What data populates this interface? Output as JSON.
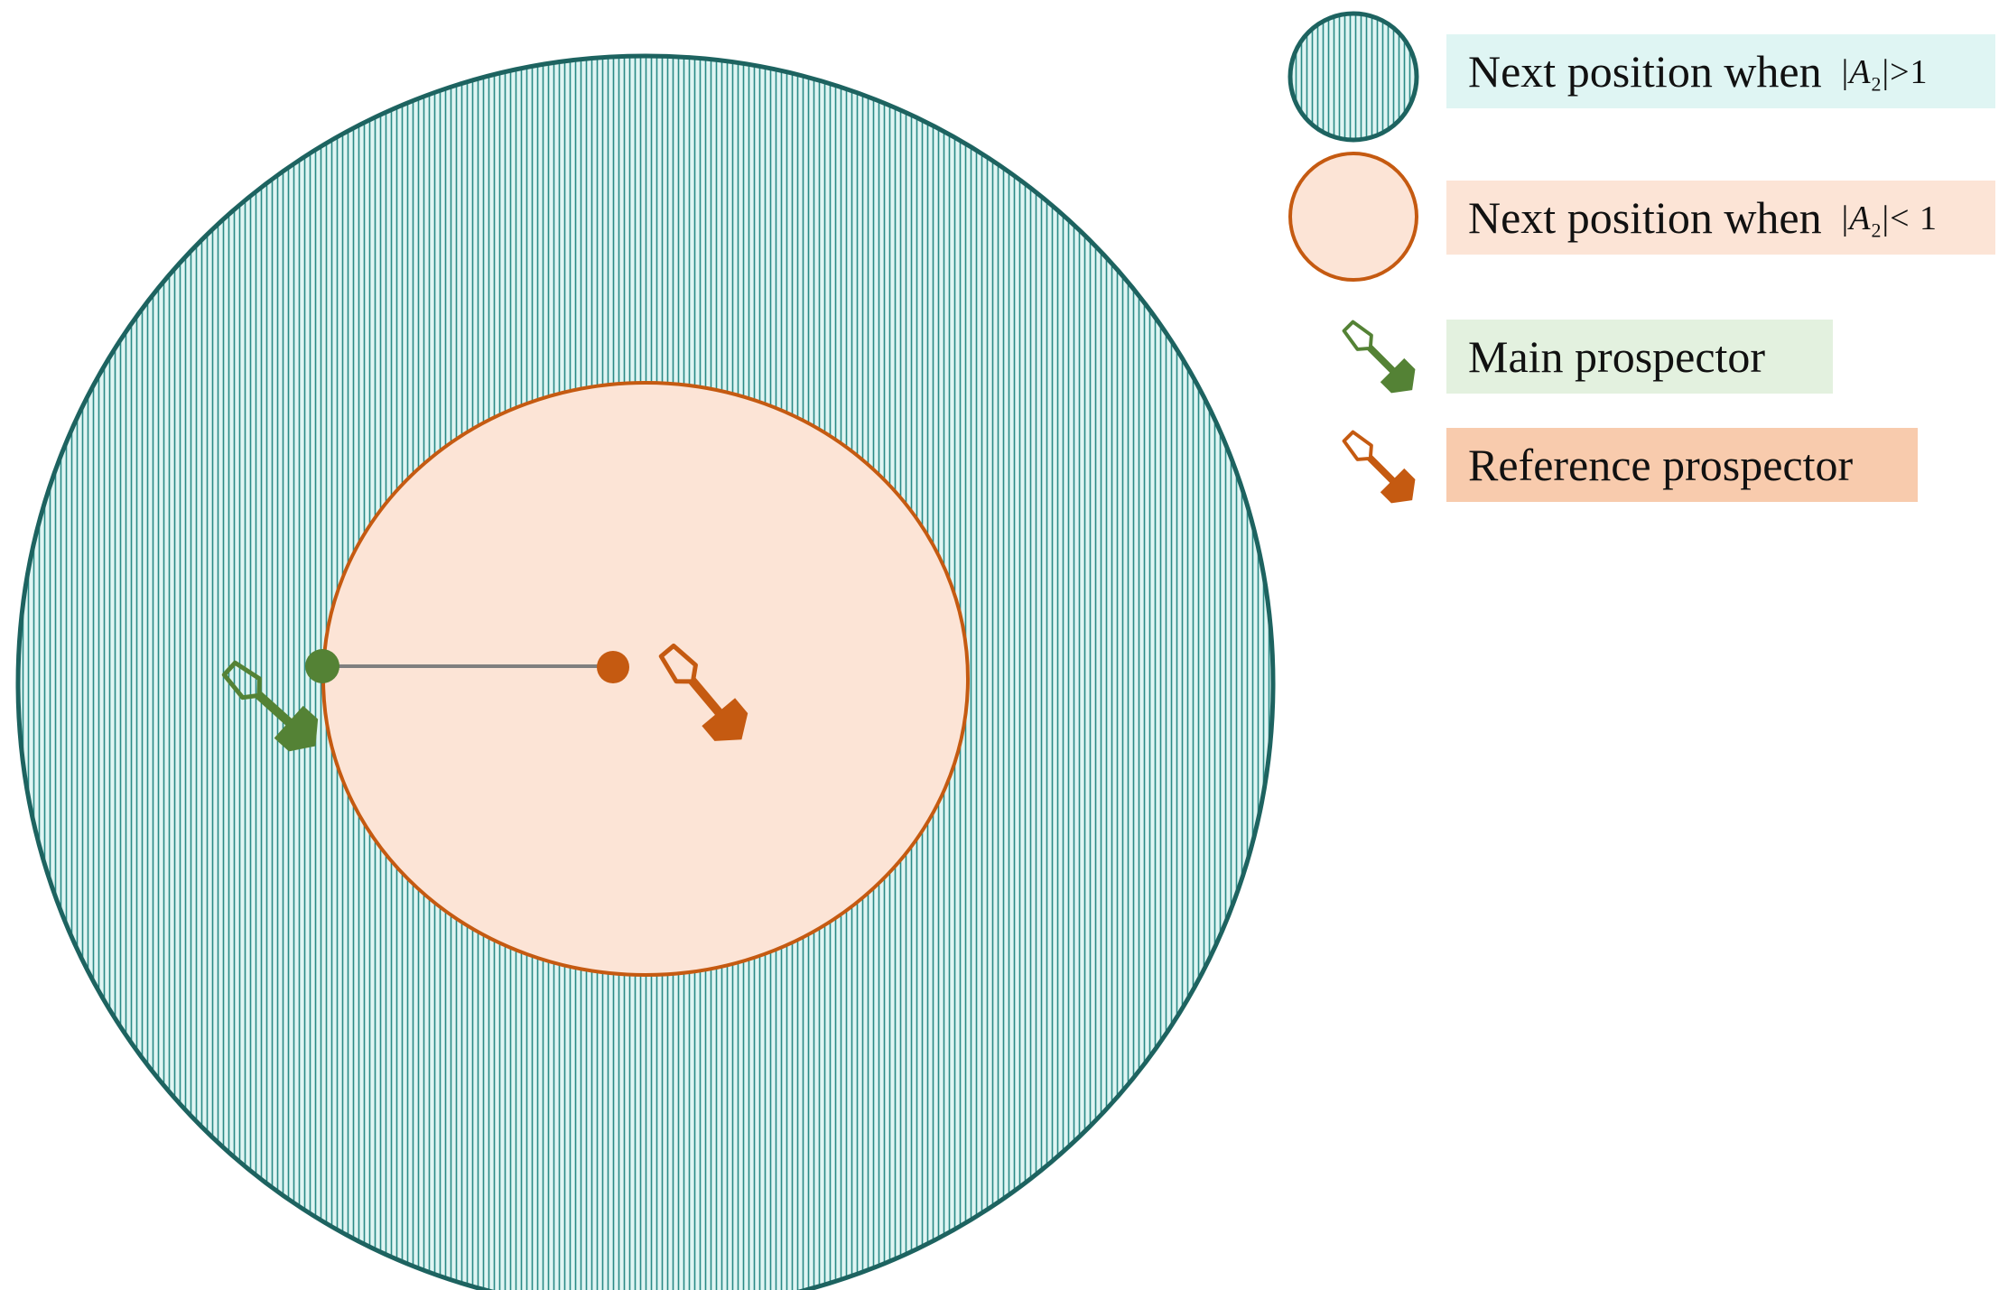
{
  "legend": {
    "outer_region": {
      "text": "Next position when",
      "math_var": "A",
      "math_sub": "2",
      "math_rel": ">1",
      "fill": "#dff5f3",
      "stroke": "#1d6360",
      "hatch": "#2a8a86"
    },
    "inner_region": {
      "text": "Next position when",
      "math_var": "A",
      "math_sub": "2",
      "math_rel": "< 1",
      "fill": "#fce4d6",
      "stroke": "#c55a11"
    },
    "main_prospector": {
      "text": "Main prospector",
      "bg": "#e3f1df",
      "color": "#548235"
    },
    "reference_prospector": {
      "text": "Reference prospector",
      "bg": "#f8cbad",
      "color": "#c55a11"
    }
  },
  "colors": {
    "outer_bg": "#dff5f3",
    "inner_bg": "#fce4d6",
    "arrow": "#7f7f7f"
  },
  "icons": {
    "shovel": "shovel-icon"
  }
}
